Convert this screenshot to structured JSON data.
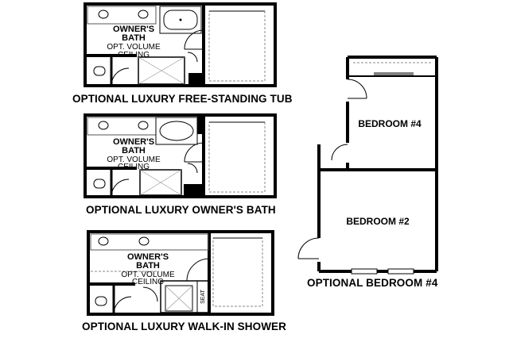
{
  "plans": [
    {
      "caption": "OPTIONAL LUXURY FREE-STANDING TUB",
      "room_name": "OWNER'S",
      "room_name_2": "BATH",
      "note_1": "OPT. VOLUME",
      "note_2": "CEILING"
    },
    {
      "caption": "OPTIONAL LUXURY OWNER'S BATH",
      "room_name": "OWNER'S",
      "room_name_2": "BATH",
      "note_1": "OPT. VOLUME",
      "note_2": "CEILING"
    },
    {
      "caption": "OPTIONAL LUXURY WALK-IN SHOWER",
      "room_name": "OWNER'S",
      "room_name_2": "BATH",
      "note_1": "OPT. VOLUME",
      "note_2": "CEILING",
      "seat_label": "SEAT"
    }
  ],
  "bedrooms": {
    "caption": "OPTIONAL BEDROOM #4",
    "room_upper": "BEDROOM #4",
    "room_lower": "BEDROOM #2"
  }
}
